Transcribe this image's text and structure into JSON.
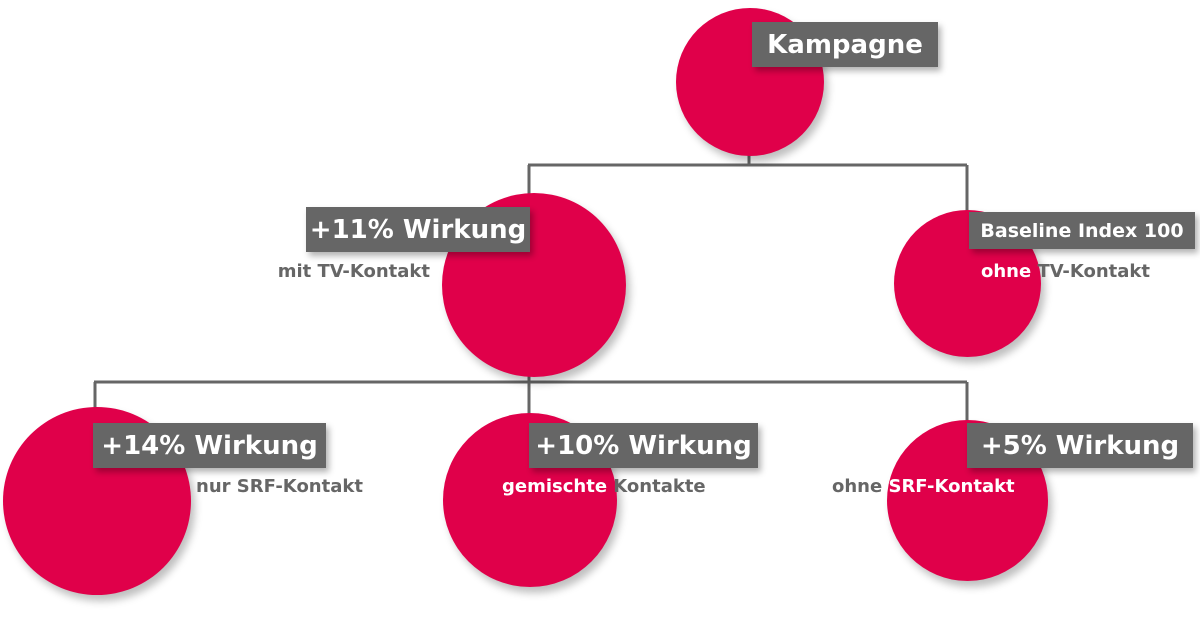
{
  "colors": {
    "circle": "#e0004a",
    "tag": "#666666",
    "line": "#666666",
    "subtext": "#666666"
  },
  "root": {
    "label": "Kampagne"
  },
  "level1": [
    {
      "label": "+11% Wirkung",
      "sub_pre": "mit TV-Kontakt",
      "sub_highlight": "",
      "sub_post": ""
    },
    {
      "label": "Baseline Index 100",
      "sub_pre": "",
      "sub_highlight": "ohne",
      "sub_post": " TV-Kontakt"
    }
  ],
  "level2": [
    {
      "label": "+14% Wirkung",
      "sub_pre": "nur SRF-Kontakt",
      "sub_highlight": "",
      "sub_post": ""
    },
    {
      "label": "+10% Wirkung",
      "sub_pre": "",
      "sub_highlight": "gemischte",
      "sub_post": " Kontakte"
    },
    {
      "label": "+5% Wirkung",
      "sub_pre": "ohne ",
      "sub_highlight": "SRF-Kontakt",
      "sub_post": ""
    }
  ]
}
